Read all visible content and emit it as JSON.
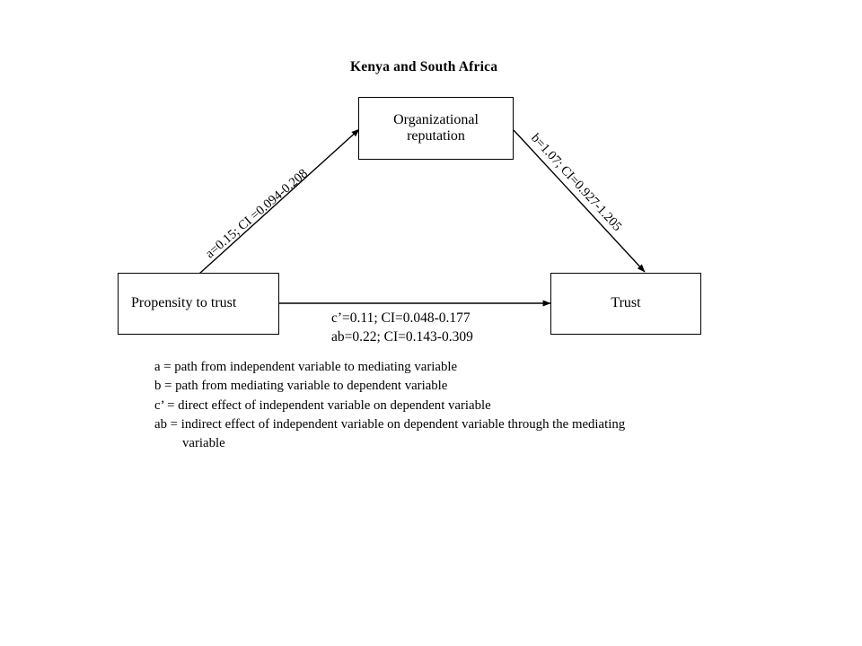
{
  "figure": {
    "title": "Kenya and South Africa",
    "background_color": "#ffffff",
    "line_color": "#000000"
  },
  "nodes": {
    "independent": {
      "id": "propensity-to-trust",
      "label": "Propensity to trust",
      "role": "independent variable"
    },
    "mediator": {
      "id": "organizational-reputation",
      "label_line1": "Organizational",
      "label_line2": "reputation",
      "role": "mediating variable"
    },
    "dependent": {
      "id": "trust",
      "label": "Trust",
      "role": "dependent variable"
    }
  },
  "paths": {
    "a": {
      "label": "a=0.15; CI =0.094-0.208",
      "coefficient": 0.15,
      "ci_low": 0.094,
      "ci_high": 0.208,
      "from": "Propensity to trust",
      "to": "Organizational reputation"
    },
    "b": {
      "label": "b=1.07; CI=0.927-1.205",
      "coefficient": 1.07,
      "ci_low": 0.927,
      "ci_high": 1.205,
      "from": "Organizational reputation",
      "to": "Trust"
    },
    "c_prime": {
      "label": "c’=0.11; CI=0.048-0.177",
      "coefficient": 0.11,
      "ci_low": 0.048,
      "ci_high": 0.177,
      "from": "Propensity to trust",
      "to": "Trust"
    },
    "ab": {
      "label": "ab=0.22; CI=0.143-0.309",
      "coefficient": 0.22,
      "ci_low": 0.143,
      "ci_high": 0.309
    }
  },
  "legend": {
    "line_a": "a = path from independent variable  to mediating  variable",
    "line_b": "b = path from mediating  variable  to dependent variable",
    "line_c": "c’ = direct effect of independent variable  on dependent variable",
    "line_ab": "ab = indirect effect of independent variable  on dependent variable  through the mediating",
    "line_ab_cont": "variable"
  }
}
